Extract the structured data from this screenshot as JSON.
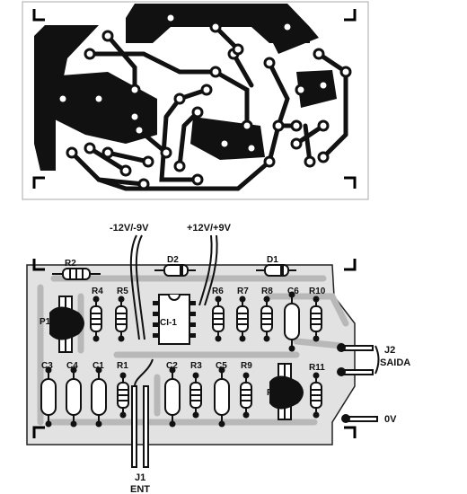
{
  "supply": {
    "negative": "-12V/-9V",
    "positive": "+12V/+9V"
  },
  "resistors": [
    "R2",
    "R4",
    "R5",
    "R6",
    "R7",
    "R8",
    "R10",
    "R1",
    "R3",
    "R9",
    "R11"
  ],
  "capacitors": [
    "C6",
    "C3",
    "C4",
    "C1",
    "C2",
    "C5"
  ],
  "diodes": [
    "D2",
    "D1"
  ],
  "ic": "CI-1",
  "pots": [
    "P1",
    "P2"
  ],
  "connectors": {
    "j2": {
      "name": "J2",
      "label": "SAIDA"
    },
    "j1": {
      "name": "J1",
      "label": "ENT"
    },
    "ground": "0V"
  }
}
